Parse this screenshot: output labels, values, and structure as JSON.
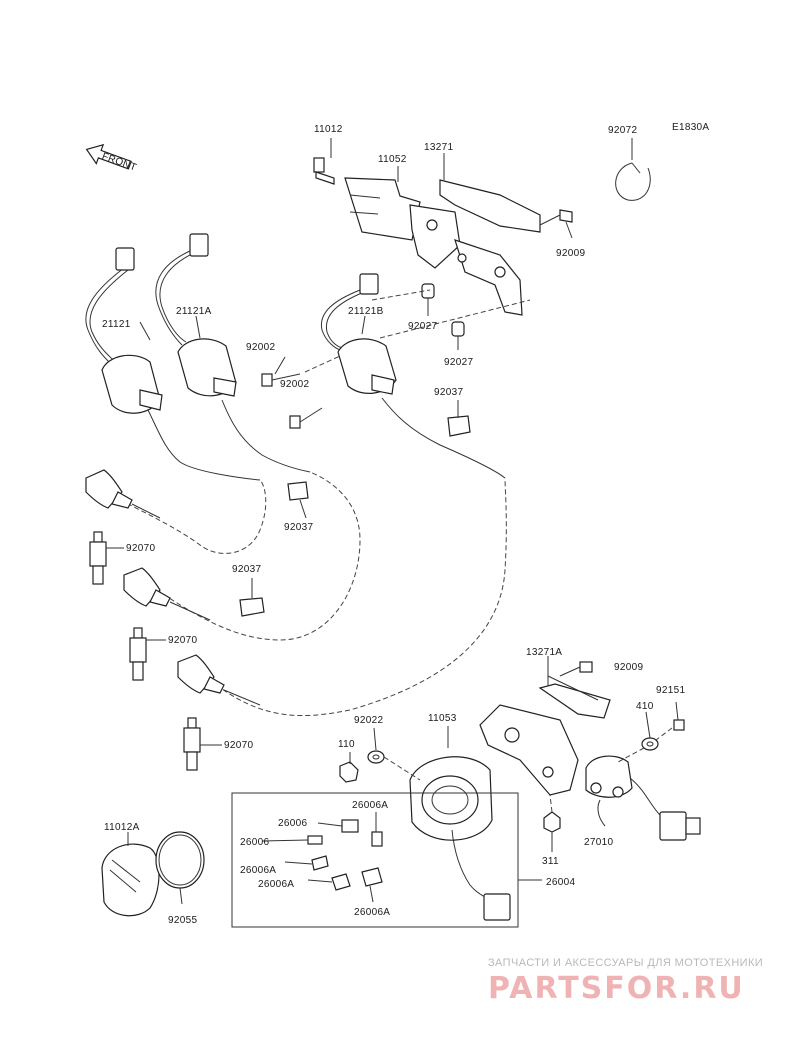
{
  "diagram": {
    "code": "E1830A",
    "front_arrow": "FRONT",
    "part_numbers": {
      "p11012": "11012",
      "p11052": "11052",
      "p13271": "13271",
      "p92072": "92072",
      "p92009a": "92009",
      "p21121": "21121",
      "p21121A": "21121A",
      "p21121B": "21121B",
      "p92027a": "92027",
      "p92027b": "92027",
      "p92002a": "92002",
      "p92002b": "92002",
      "p92037a": "92037",
      "p92037b": "92037",
      "p92037c": "92037",
      "p92070a": "92070",
      "p92070b": "92070",
      "p92070c": "92070",
      "p13271A": "13271A",
      "p92009b": "92009",
      "p92151": "92151",
      "p410": "410",
      "p92022": "92022",
      "p11053": "11053",
      "p110": "110",
      "p26006a": "26006",
      "p26006b": "26006",
      "p26006A1": "26006A",
      "p26006A2": "26006A",
      "p26006A3": "26006A",
      "p26006A4": "26006A",
      "p26004": "26004",
      "p311": "311",
      "p27010": "27010",
      "p11012A": "11012A",
      "p92055": "92055"
    }
  },
  "watermark": {
    "caption": "ЗАПЧАСТИ И АКСЕССУАРЫ ДЛЯ МОТОТЕХНИКИ",
    "logo": "PARTSFOR.RU"
  },
  "colors": {
    "line": "#333333",
    "watermark_red": "#f0b3b3",
    "watermark_gray": "#b9b9b9"
  }
}
